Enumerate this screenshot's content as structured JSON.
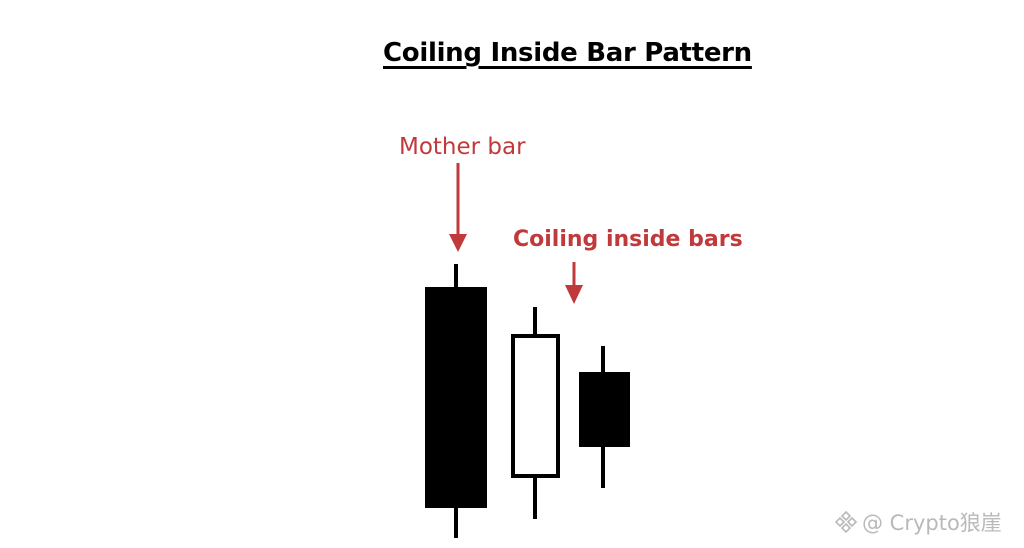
{
  "title": "Coiling Inside Bar Pattern",
  "annotations": {
    "mother_bar": "Mother bar",
    "coiling_bars": "Coiling inside bars"
  },
  "colors": {
    "annotation": "#c0393b",
    "candle_bear": "#000000",
    "candle_bull_fill": "#ffffff",
    "watermark": "#b9b9b9"
  },
  "candles": [
    {
      "name": "mother-bar",
      "direction": "bearish"
    },
    {
      "name": "coiling-inside-bar-1",
      "direction": "bullish"
    },
    {
      "name": "coiling-inside-bar-2",
      "direction": "bearish"
    }
  ],
  "watermark": {
    "icon": "binance-logo-icon",
    "text": "@ Crypto狼崖"
  }
}
